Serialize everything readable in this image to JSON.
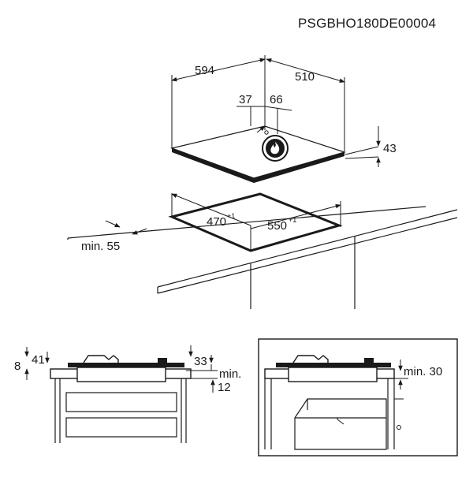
{
  "document_code": "PSGBHO180DE00004",
  "top_view": {
    "width": "594",
    "depth": "510",
    "gas_inlet_x": "37",
    "gas_inlet_y": "66",
    "height": "43",
    "cutout_depth": "470",
    "cutout_depth_tol": "+1",
    "cutout_width": "550",
    "cutout_width_tol": "+1",
    "min_clearance_label": "min. 55"
  },
  "side_view_left": {
    "dim_a": "41",
    "dim_b": "8",
    "dim_c": "33",
    "min_label": "min.",
    "min_value": "12"
  },
  "side_view_right": {
    "min_label": "min. 30"
  }
}
